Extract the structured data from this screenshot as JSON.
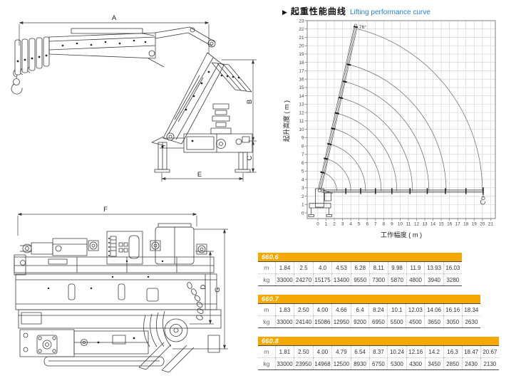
{
  "header": {
    "marker": "▶",
    "title_cn": "起重性能曲线",
    "title_en": "Lifting performance curve"
  },
  "colors": {
    "accent_blue": "#2a7fd0",
    "table_yellow": "#f5a800",
    "line_dark": "#3a3a3a"
  },
  "drawings": {
    "top": {
      "a": "A",
      "b": "B",
      "c": "C",
      "e": "E"
    },
    "bottom": {
      "f": "F",
      "d": "D",
      "g": "G"
    }
  },
  "chart_data": {
    "type": "line",
    "title": "起重性能曲线 Lifting performance curve",
    "xlabel": "工作幅度 ( m )",
    "ylabel": "起升高度 ( m )",
    "xlim": [
      0,
      21
    ],
    "ylim": [
      0,
      23
    ],
    "x_tick_step": 1,
    "y_tick_step": 1,
    "grid": true,
    "angle_label": "76°",
    "boom_angle_deg": 76,
    "arc_center": [
      0,
      2.6
    ],
    "arc_radii": [
      2.3,
      4.0,
      5.8,
      7.7,
      9.6,
      11.5,
      13.5,
      15.6,
      20.0
    ],
    "vertical_boom": {
      "base": [
        0.25,
        2.9
      ],
      "tip": [
        4.6,
        22.25
      ]
    },
    "horizontal_boom": {
      "y": 2.6,
      "x_start": 0.4,
      "x_end": 20.1,
      "section_marks": [
        3.4,
        5.2,
        7.0,
        9.0,
        11.2,
        13.3,
        15.5,
        18.0
      ]
    }
  },
  "tables": [
    {
      "model": "660.6",
      "rows": [
        {
          "label": "m",
          "values": [
            "1.84",
            "2.5",
            "4.0",
            "4.53",
            "6.28",
            "8.11",
            "9.98",
            "11.9",
            "13.93",
            "16.03"
          ]
        },
        {
          "label": "kg",
          "values": [
            "33000",
            "24270",
            "15175",
            "13400",
            "9550",
            "7300",
            "5870",
            "4800",
            "3940",
            "3280"
          ]
        }
      ]
    },
    {
      "model": "660.7",
      "rows": [
        {
          "label": "m",
          "values": [
            "1.83",
            "2.50",
            "4.00",
            "4.66",
            "6.4",
            "8.24",
            "10.1",
            "12.03",
            "14.06",
            "16.16",
            "18.34"
          ]
        },
        {
          "label": "kg",
          "values": [
            "33000",
            "24140",
            "15086",
            "12950",
            "9200",
            "6950",
            "5500",
            "4500",
            "3650",
            "3050",
            "2630"
          ]
        }
      ]
    },
    {
      "model": "660.8",
      "rows": [
        {
          "label": "m",
          "values": [
            "1.81",
            "2.50",
            "4.00",
            "4.79",
            "6.54",
            "8.37",
            "10.24",
            "12.16",
            "14.2",
            "16.3",
            "18.47",
            "20.67"
          ]
        },
        {
          "label": "kg",
          "values": [
            "33000",
            "23950",
            "14968",
            "12500",
            "8930",
            "6750",
            "5300",
            "4300",
            "3450",
            "2850",
            "2430",
            "2130"
          ]
        }
      ]
    }
  ]
}
